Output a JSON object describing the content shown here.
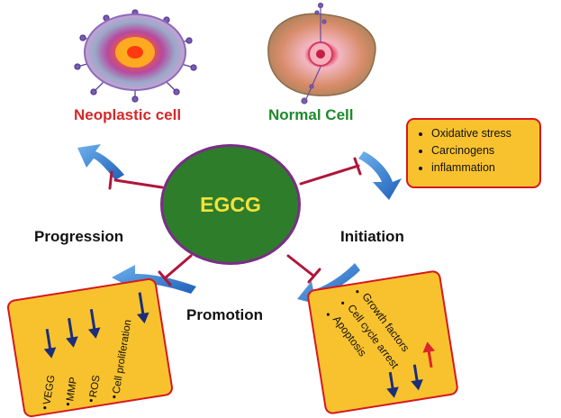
{
  "cells": {
    "neoplastic_label": "Neoplastic cell",
    "normal_label": "Normal Cell"
  },
  "center": {
    "label": "EGCG"
  },
  "stages": {
    "progression": "Progression",
    "initiation": "Initiation",
    "promotion": "Promotion"
  },
  "initiation_factors": [
    "Oxidative stress",
    "Carcinogens",
    "inflammation"
  ],
  "progression_markers": [
    {
      "label": "VEGG",
      "arrow": "down"
    },
    {
      "label": "MMP",
      "arrow": "down"
    },
    {
      "label": "ROS",
      "arrow": "down"
    },
    {
      "label": "Cell proliferation",
      "arrow": "down"
    }
  ],
  "promotion_markers": [
    {
      "label": "Growth factors",
      "arrow": "up"
    },
    {
      "label": "Cell cycle arrest",
      "arrow": "down"
    },
    {
      "label": "Apoptosis",
      "arrow": "down"
    }
  ],
  "colors": {
    "arrow_blue": "#2f7fd6",
    "inhibit_red": "#b0163a",
    "box_fill": "#f8c22f",
    "box_border": "#d6181f",
    "egcg_fill": "#2e7d2b",
    "egcg_text": "#f4e23b"
  }
}
